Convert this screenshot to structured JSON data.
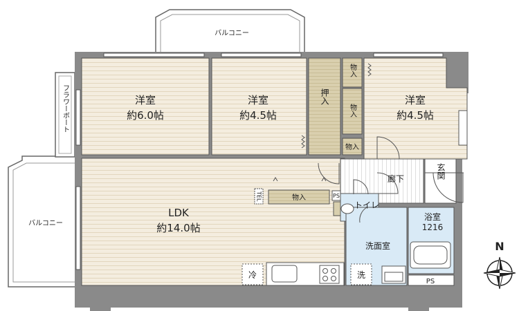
{
  "rooms": {
    "western1": {
      "name": "洋室",
      "size": "約6.0帖"
    },
    "western2": {
      "name": "洋室",
      "size": "約4.5帖"
    },
    "western3": {
      "name": "洋室",
      "size": "約4.5帖"
    },
    "ldk": {
      "name": "LDK",
      "size": "約14.0帖"
    },
    "washroom": {
      "name": "洗面室"
    },
    "bath": {
      "name": "浴室",
      "size": "1216"
    },
    "toilet": {
      "name": "トイレ"
    },
    "hallway": {
      "name": "廊下"
    },
    "entrance": {
      "name": "玄関"
    }
  },
  "storage": {
    "closet": "押入",
    "store_a": "物入",
    "store_b": "物入",
    "store_c": "物入",
    "store_ldk": "物入"
  },
  "balcony": {
    "top": "バルコニー",
    "left": "バルコニー",
    "flower_box": "フラワーボート"
  },
  "fixtures": {
    "fridge": "冷",
    "washer": "洗",
    "ps": "PS",
    "tel": "TEL",
    "ps_small": "PS"
  },
  "compass": {
    "north": "N"
  },
  "colors": {
    "wall": "#8a8a8a",
    "wood_floor": "#f3ecde",
    "wood_line": "#e4d9c3",
    "closet": "#d8cfae",
    "wet_floor": "#d9eaf6",
    "line": "#555555"
  }
}
